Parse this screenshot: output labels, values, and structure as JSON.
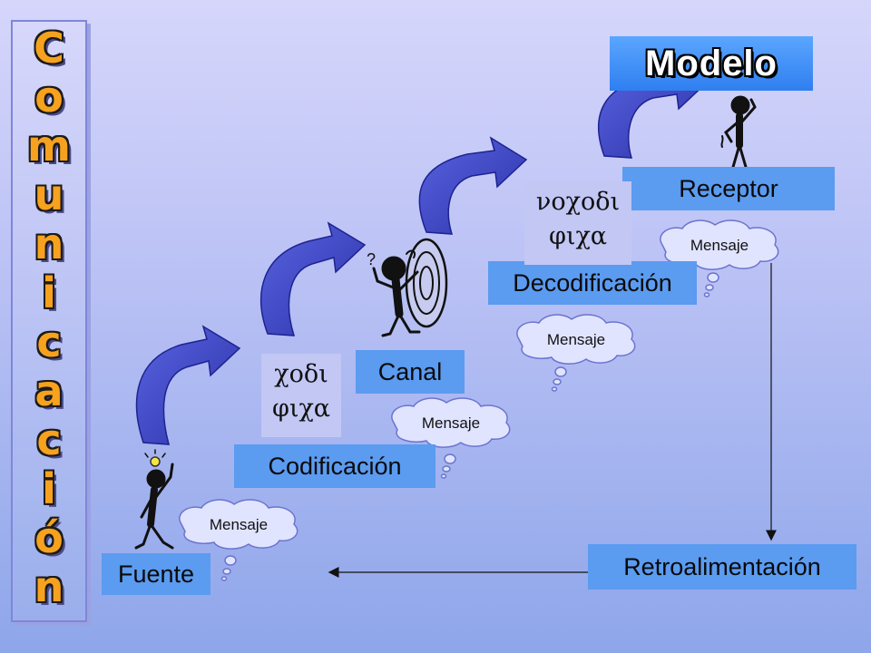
{
  "title_vertical": [
    "C",
    "o",
    "m",
    "u",
    "n",
    "i",
    "c",
    "a",
    "c",
    "i",
    "ó",
    "n"
  ],
  "modelo_label": "Modelo",
  "stages": {
    "fuente": "Fuente",
    "codificacion": "Codificación",
    "canal": "Canal",
    "decodificacion": "Decodificación",
    "receptor": "Receptor",
    "retroalimentacion": "Retroalimentación"
  },
  "clouds": {
    "c1": "Mensaje",
    "c2": "Mensaje",
    "c3": "Mensaje",
    "c4": "Mensaje"
  },
  "codes": {
    "codificacion_line1": "χοδι",
    "codificacion_line2": "φιχα",
    "decodificacion_line1": "νοχοδι",
    "decodificacion_line2": "φιχα"
  },
  "colors": {
    "title_fill": "#f6a21e",
    "box_fill": "#5b9bf0",
    "arrow_fill": "#3f48c9",
    "cloud_fill": "#e0e4ff"
  }
}
